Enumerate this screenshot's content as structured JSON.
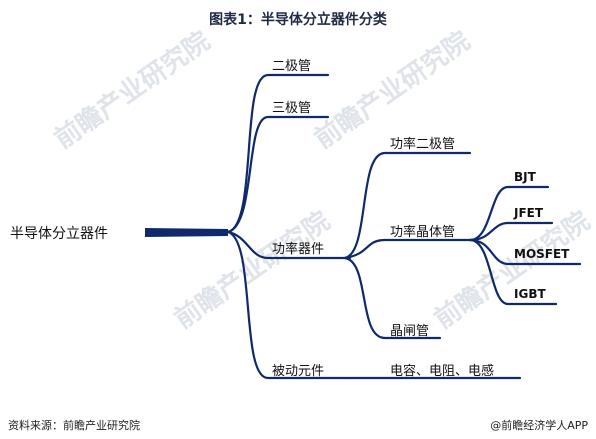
{
  "title": "图表1：半导体分立器件分类",
  "root": "半导体分立器件",
  "level1": {
    "diode": "二极管",
    "triode": "三极管",
    "power": "功率器件",
    "passive": "被动元件"
  },
  "power_children": {
    "power_diode": "功率二极管",
    "power_transistor": "功率晶体管",
    "thyristor": "晶闸管"
  },
  "transistor_children": [
    "BJT",
    "JFET",
    "MOSFET",
    "IGBT"
  ],
  "passive_children": "电容、电阻、电感",
  "footer": {
    "source": "资料来源：前瞻产业研究院",
    "brand": "@前瞻经济学人APP"
  },
  "watermark": "前瞻产业研究院",
  "colors": {
    "line": "#0f2a6b",
    "watermark": "#dfe3ea"
  }
}
